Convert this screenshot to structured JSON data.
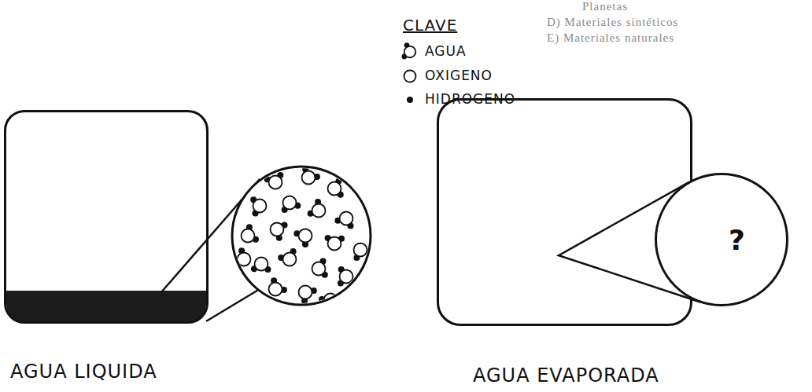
{
  "diagram": {
    "nodes": [
      {
        "text": [
          "AGUA LIQUIDA"
        ]
      },
      {
        "text": [
          "AGUA EVAPORADA"
        ]
      },
      {
        "text": [
          "?"
        ]
      }
    ],
    "edges": [
      {
        "from": 1,
        "to": 2,
        "arrow": "none"
      }
    ],
    "labels": [
      "CLAVE",
      "Planetas",
      "D) Materiales sintéticos",
      "E) Materiales naturales"
    ],
    "legend": [
      {
        "text": "AGUA"
      },
      {
        "text": "OXIGENO"
      },
      {
        "text": "HIDROGENO"
      }
    ]
  }
}
